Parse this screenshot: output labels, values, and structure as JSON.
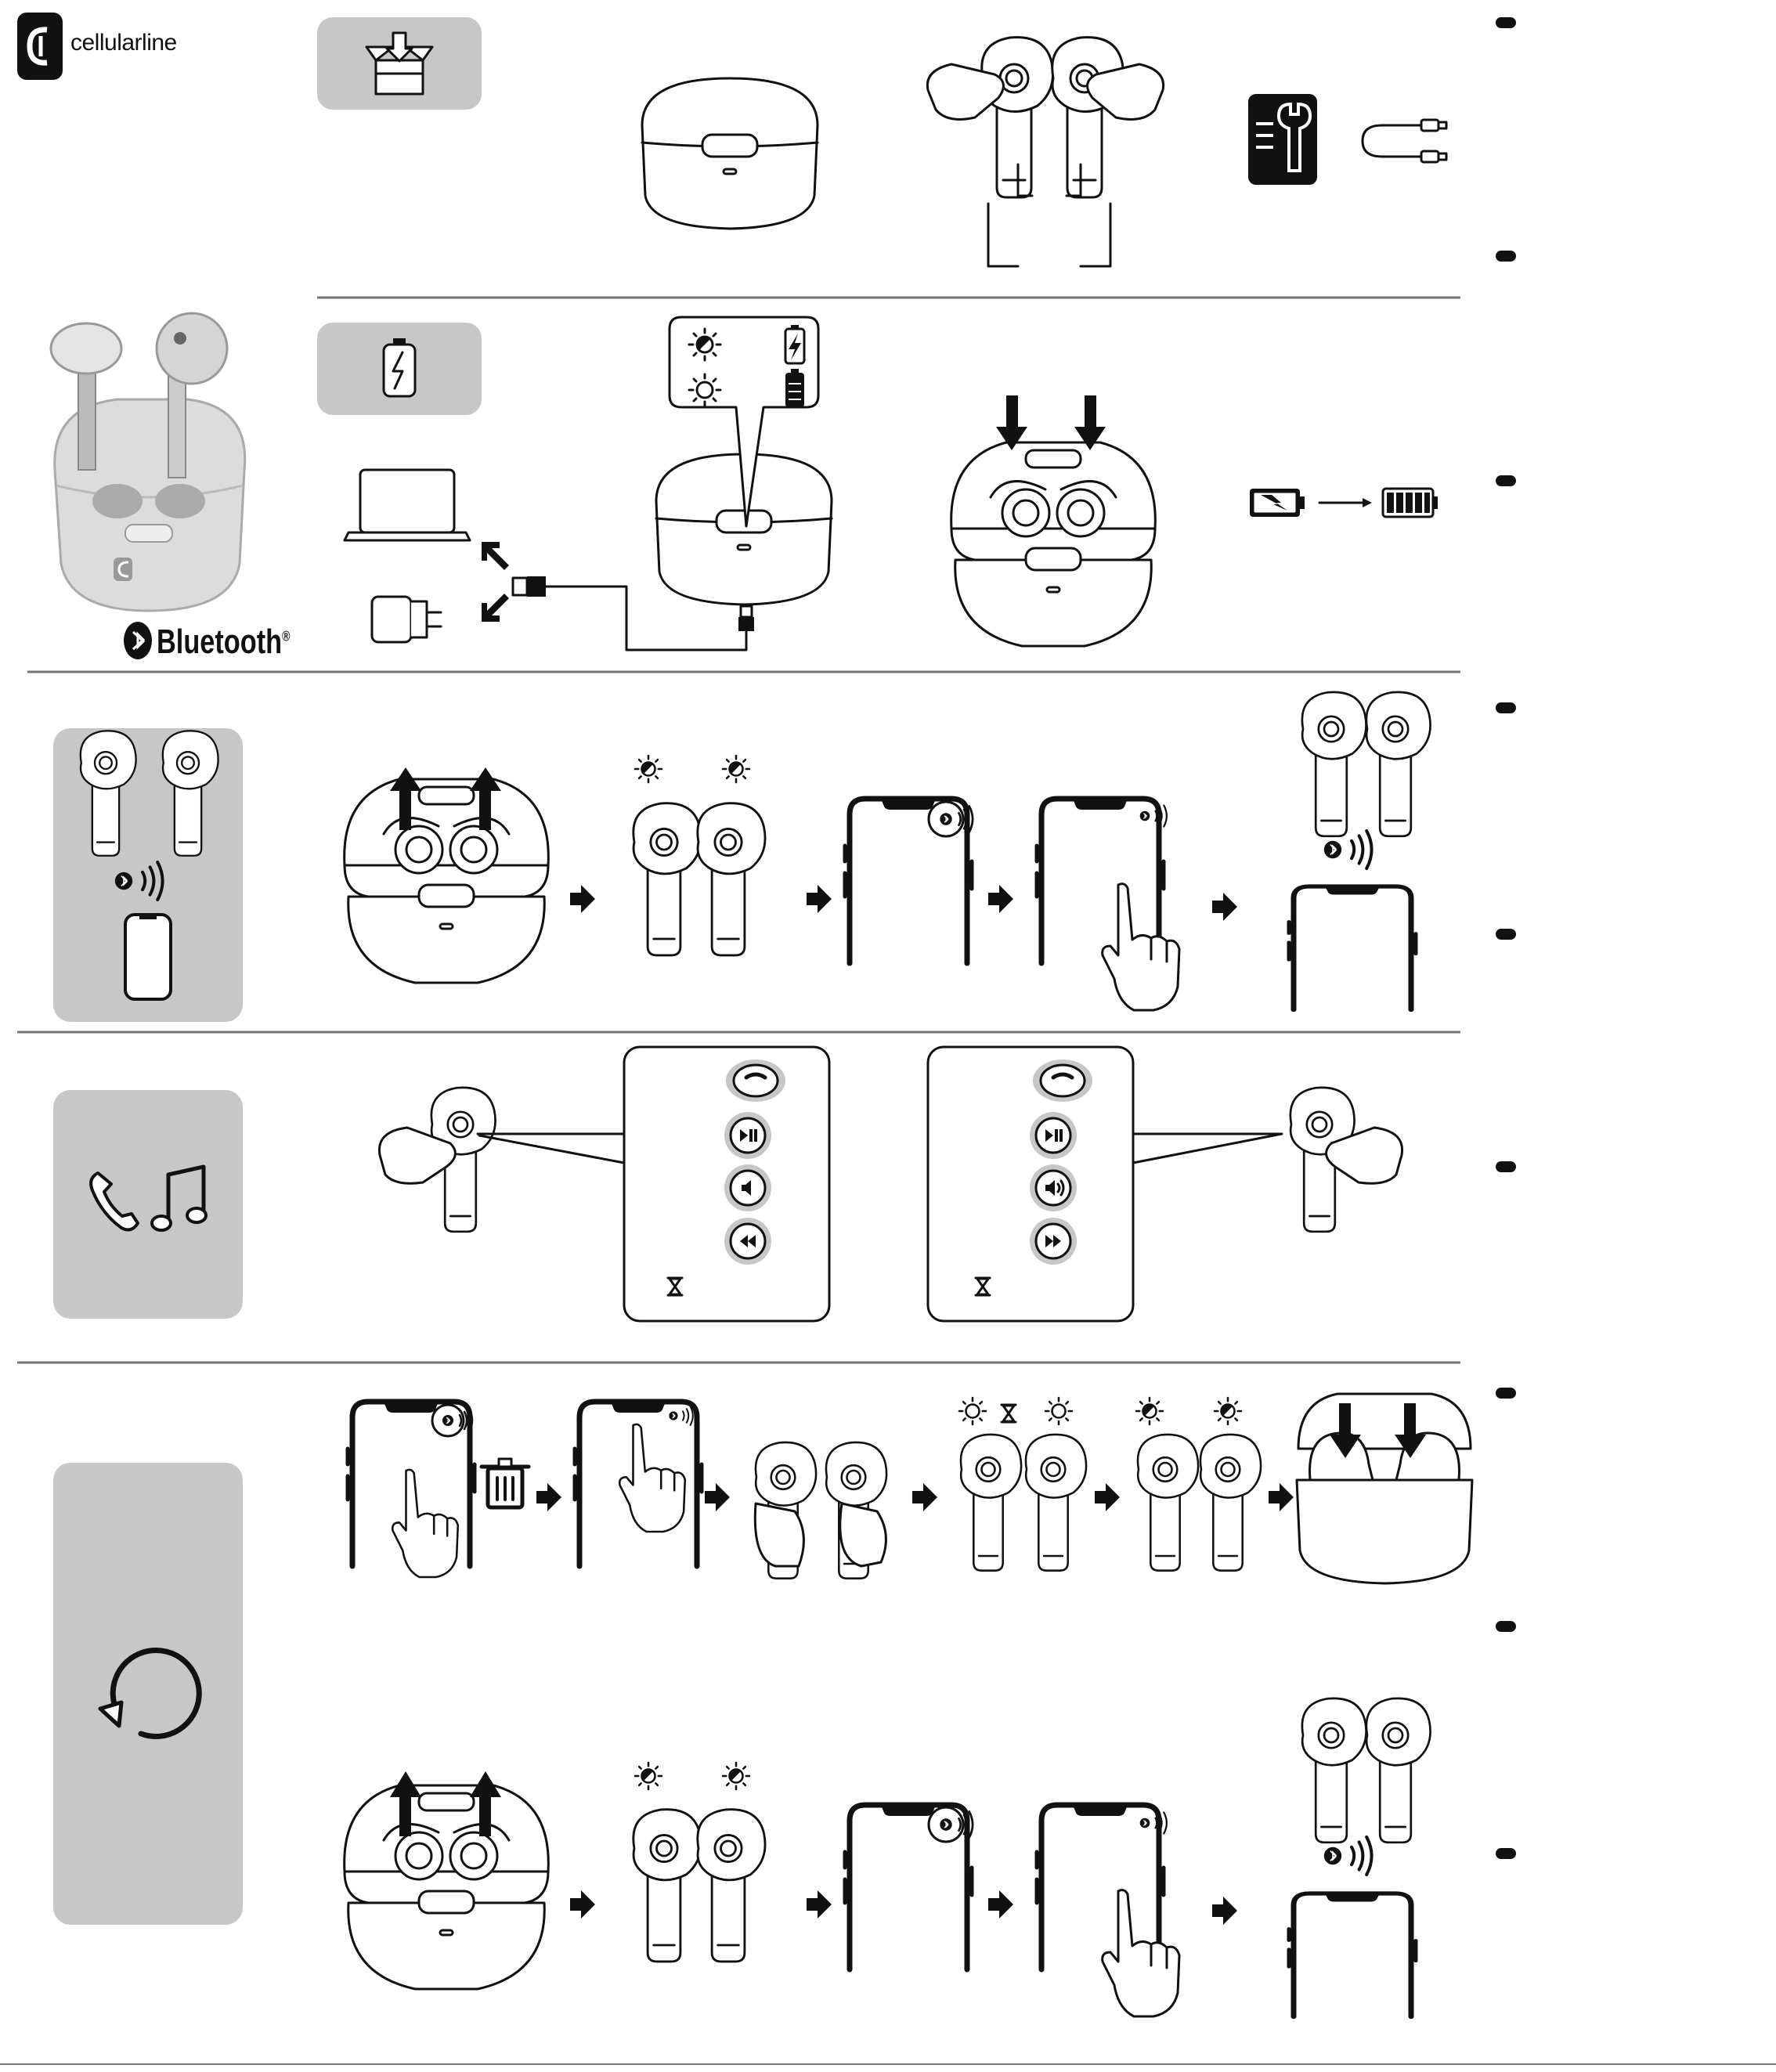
{
  "brand": {
    "name": "cellularline",
    "logo_letter": "C"
  },
  "product": {
    "bluetooth_label": "Bluetooth",
    "trademark": "®"
  },
  "icons": {
    "unbox": "box-arrow-icon",
    "charge": "battery-charging-icon",
    "pairing": "earbuds-phone-icon",
    "controls": "phone-music-icon",
    "reset": "reset-circle-icon",
    "manual": "manual-wrench-icon",
    "cable": "usb-cable-icon",
    "hourglass": "hourglass-icon",
    "trash": "trash-icon"
  },
  "colors": {
    "panel": "#c7c7c7",
    "ink": "#111111",
    "separator": "#777777"
  }
}
